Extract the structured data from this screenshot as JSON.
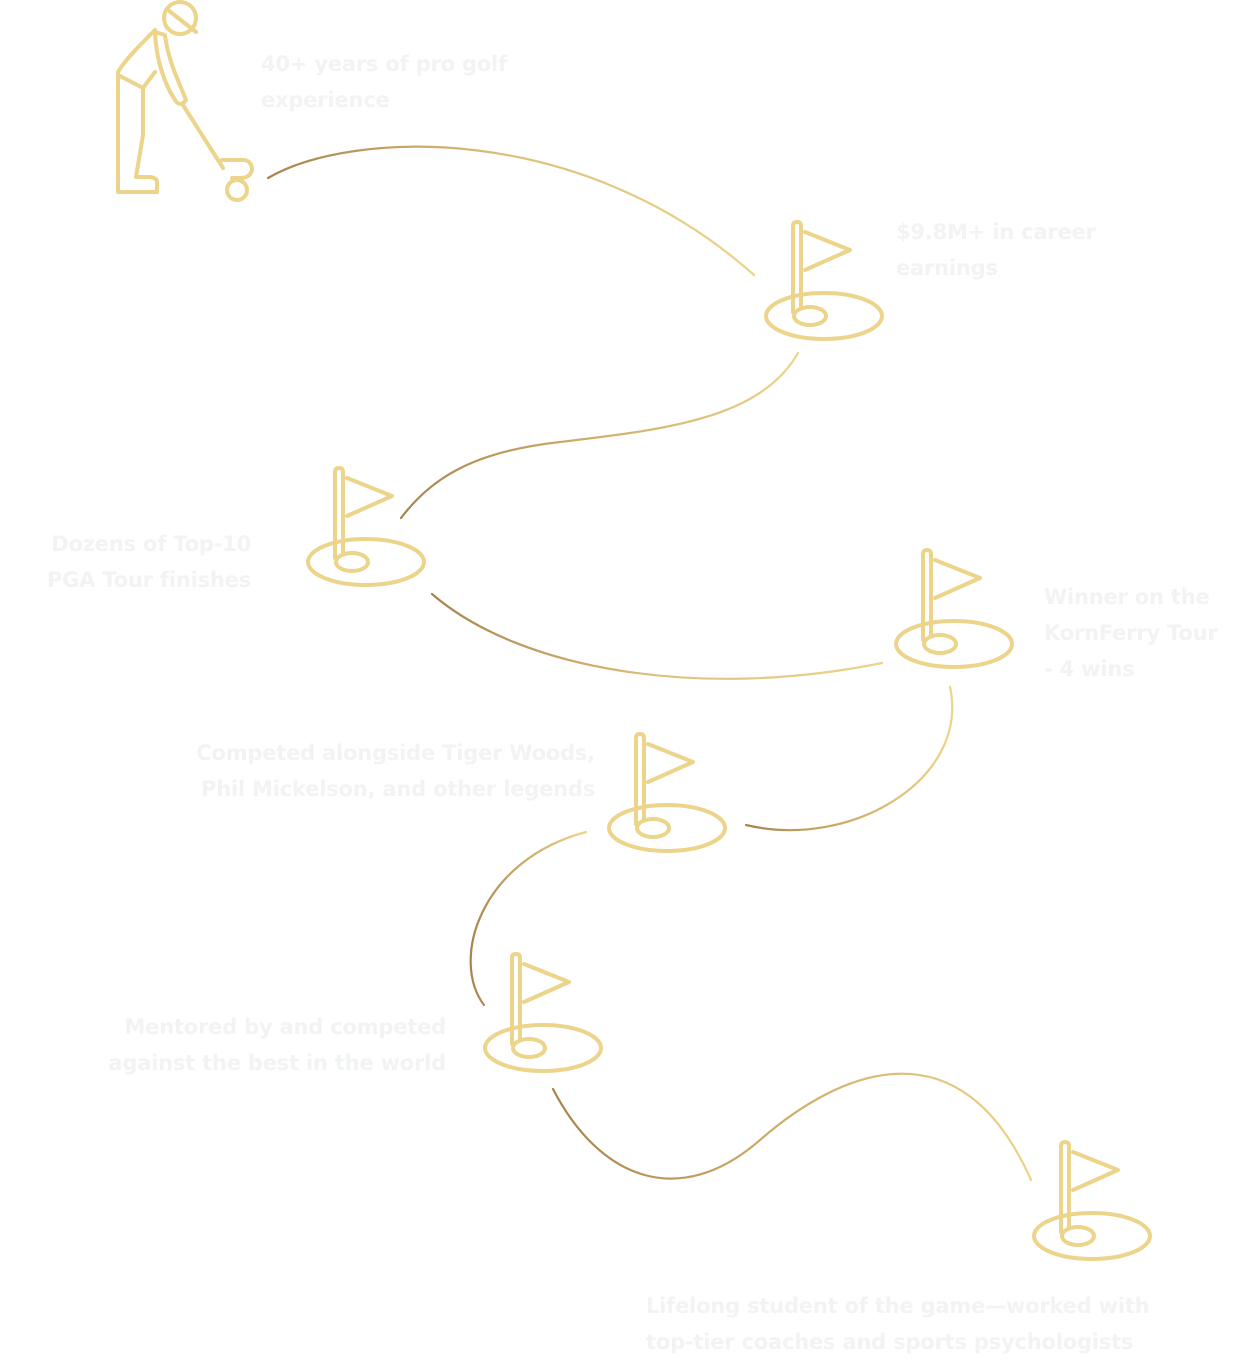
{
  "colors": {
    "gold": "#ecd48a",
    "gold_dark": "#a8844e",
    "text": "#f2f3f4"
  },
  "milestones": [
    {
      "icon": "golfer-icon",
      "lines": [
        "40+ years of pro golf",
        "experience"
      ]
    },
    {
      "icon": "golf-flag-icon",
      "lines": [
        "$9.8M+ in career",
        "earnings"
      ]
    },
    {
      "icon": "golf-flag-icon",
      "lines": [
        "Dozens of Top-10",
        "PGA Tour finishes"
      ]
    },
    {
      "icon": "golf-flag-icon",
      "lines": [
        "Winner on the",
        "KornFerry Tour",
        "- 4 wins"
      ]
    },
    {
      "icon": "golf-flag-icon",
      "lines": [
        "Competed alongside Tiger Woods,",
        "Phil Mickelson, and other legends"
      ]
    },
    {
      "icon": "golf-flag-icon",
      "lines": [
        "Mentored by and competed",
        "against the best in the world"
      ]
    },
    {
      "icon": "golf-flag-icon",
      "lines": [
        "Lifelong student of the game—worked with",
        "top-tier coaches and sports psychologists"
      ]
    }
  ]
}
